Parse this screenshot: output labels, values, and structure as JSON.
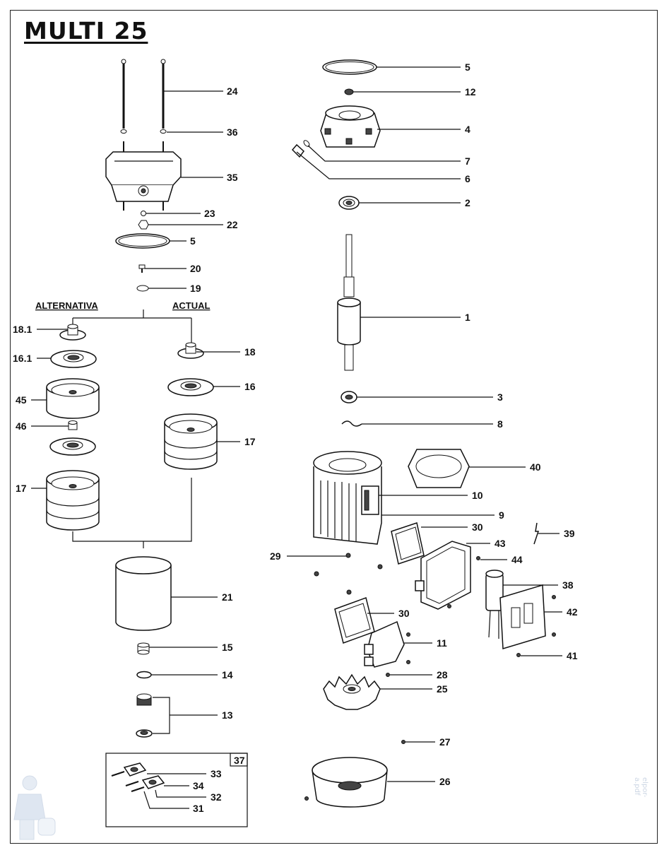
{
  "title": "MULTI 25",
  "headers": {
    "alternative": "ALTERNATIVA",
    "current": "ACTUAL"
  },
  "kit_label": "37",
  "labels": {
    "p24": "24",
    "p36": "36",
    "p35": "35",
    "p23": "23",
    "p22": "22",
    "p5a": "5",
    "p20": "20",
    "p19": "19",
    "p18_1": "18.1",
    "p16_1": "16.1",
    "p45": "45",
    "p46": "46",
    "p17a": "17",
    "p18": "18",
    "p16": "16",
    "p17b": "17",
    "p21": "21",
    "p15": "15",
    "p14": "14",
    "p13": "13",
    "p33": "33",
    "p34": "34",
    "p32": "32",
    "p31": "31",
    "p5b": "5",
    "p12": "12",
    "p4": "4",
    "p7": "7",
    "p6": "6",
    "p2": "2",
    "p1": "1",
    "p3": "3",
    "p8": "8",
    "p40": "40",
    "p10": "10",
    "p9": "9",
    "p30a": "30",
    "p43": "43",
    "p39": "39",
    "p29": "29",
    "p44": "44",
    "p38": "38",
    "p42": "42",
    "p30b": "30",
    "p11": "11",
    "p41": "41",
    "p28": "28",
    "p25": "25",
    "p27": "27",
    "p26": "26"
  },
  "mascot_icon": "plumber-mascot-icon",
  "watermark": "elpor-a.pdf"
}
